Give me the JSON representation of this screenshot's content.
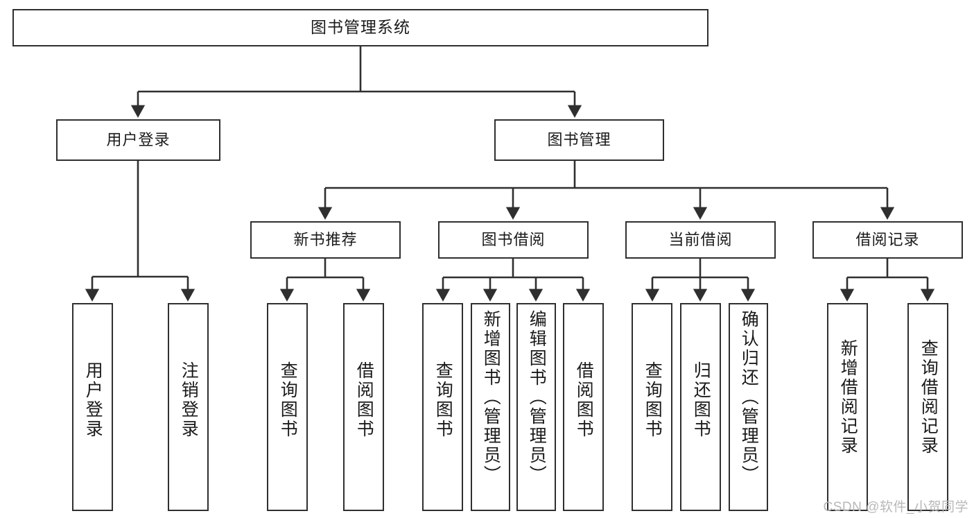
{
  "diagram": {
    "title_box": {
      "label": "图书管理系统"
    },
    "level2": [
      {
        "id": "user-login",
        "label": "用户登录"
      },
      {
        "id": "book-management",
        "label": "图书管理"
      }
    ],
    "level3": [
      {
        "id": "new-book-recommend",
        "label": "新书推荐"
      },
      {
        "id": "book-borrow",
        "label": "图书借阅"
      },
      {
        "id": "current-borrow",
        "label": "当前借阅"
      },
      {
        "id": "borrow-record",
        "label": "借阅记录"
      }
    ],
    "leaves": [
      {
        "id": "leaf-user-login",
        "label": "用户登录"
      },
      {
        "id": "leaf-logout",
        "label": "注销登录"
      },
      {
        "id": "leaf-query-book-1",
        "label": "查询图书"
      },
      {
        "id": "leaf-borrow-book-1",
        "label": "借阅图书"
      },
      {
        "id": "leaf-query-book-2",
        "label": "查询图书"
      },
      {
        "id": "leaf-add-book-admin",
        "label": "新增图书（管理员）"
      },
      {
        "id": "leaf-edit-book-admin",
        "label": "编辑图书（管理员）"
      },
      {
        "id": "leaf-borrow-book-2",
        "label": "借阅图书"
      },
      {
        "id": "leaf-query-book-3",
        "label": "查询图书"
      },
      {
        "id": "leaf-return-book",
        "label": "归还图书"
      },
      {
        "id": "leaf-confirm-return-admin",
        "label": "确认归还（管理员）"
      },
      {
        "id": "leaf-add-borrow-record",
        "label": "新增借阅记录"
      },
      {
        "id": "leaf-query-borrow-record",
        "label": "查询借阅记录"
      }
    ],
    "watermark": "CSDN @软件_小贺同学",
    "colors": {
      "border": "#2f2f2f",
      "background": "#ffffff",
      "text": "#1a1a1a",
      "watermark": "#b8b8b8"
    }
  }
}
